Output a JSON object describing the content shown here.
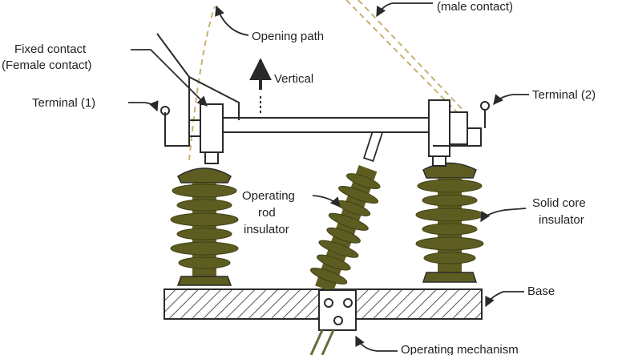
{
  "labels": {
    "male_contact": "(male contact)",
    "opening_path": "Opening path",
    "fixed_contact_line1": "Fixed contact",
    "fixed_contact_line2": "(Female contact)",
    "vertical": "Vertical",
    "terminal_1": "Terminal (1)",
    "terminal_2": "Terminal (2)",
    "operating_rod_line1": "Operating",
    "operating_rod_line2": "rod",
    "operating_rod_line3": "insulator",
    "solid_core_line1": "Solid core",
    "solid_core_line2": "insulator",
    "base": "Base",
    "operating_mechanism": "Operating mechanism"
  },
  "colors": {
    "insulator": "#5d5d22",
    "insulator_shadow": "#3f3f14",
    "outline": "#2a2a2a",
    "base_fill": "#ffffff",
    "dashed_path": "#c8b070",
    "text": "#222226",
    "background": "#ffffff"
  }
}
